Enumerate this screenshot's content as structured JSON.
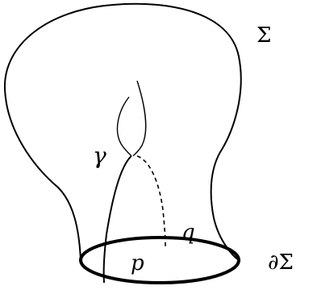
{
  "labels": {
    "surface": "Σ",
    "boundary": "∂Σ",
    "curve": "γ",
    "point_p": "p",
    "point_q": "q"
  },
  "colors": {
    "stroke": "#000000",
    "background": "#ffffff"
  }
}
